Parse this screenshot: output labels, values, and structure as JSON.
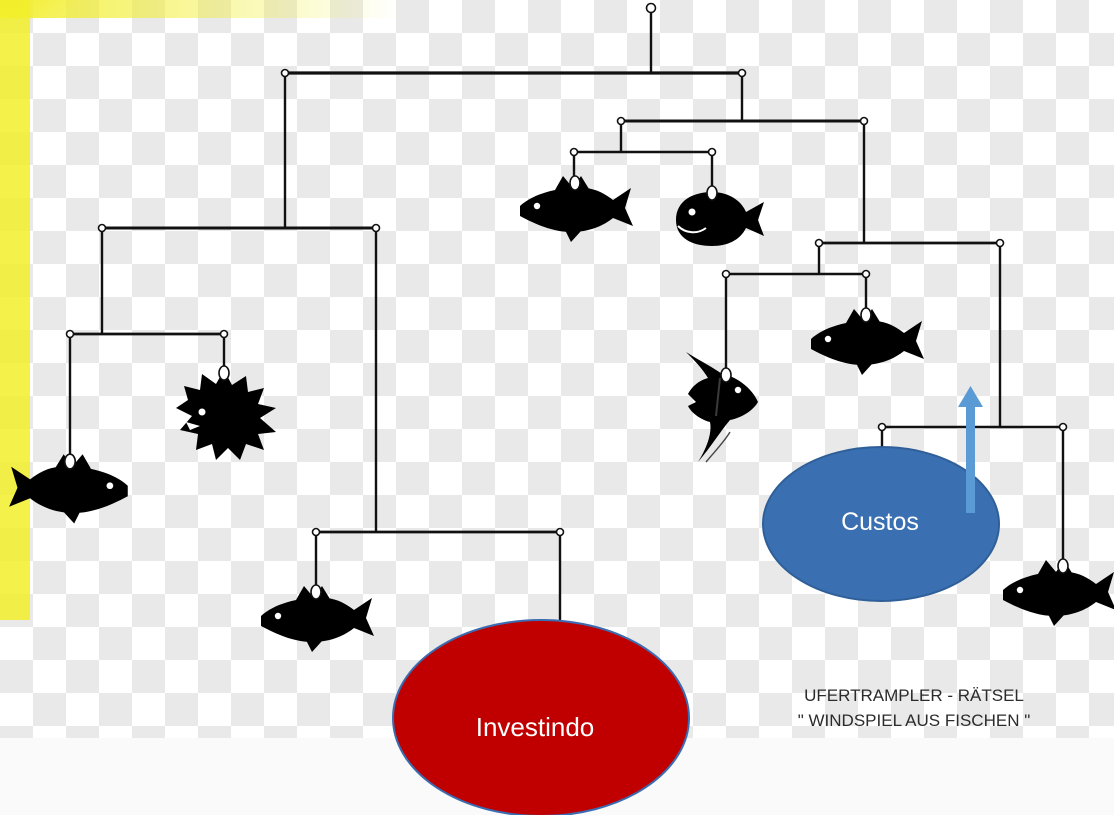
{
  "caption": {
    "line1": "UFERTRAMPLER - RÄTSEL",
    "line2": "\" WINDSPIEL AUS FISCHEN \""
  },
  "bubbles": {
    "custos": {
      "label": "Custos",
      "color": "#3a70b1"
    },
    "investindo": {
      "label": "Investindo",
      "color": "#c00000"
    }
  },
  "arrow": {
    "color": "#5b9bd5",
    "direction": "up"
  },
  "colors": {
    "wire": "#111111",
    "fish": "#000000",
    "checker_light": "#ffffff",
    "checker_dark": "#e9e9e9",
    "yellow_accent": "#f2ee2a"
  },
  "fish_icons": [
    "fish-icon",
    "round-fish-icon",
    "pufferfish-icon",
    "angelfish-icon"
  ]
}
